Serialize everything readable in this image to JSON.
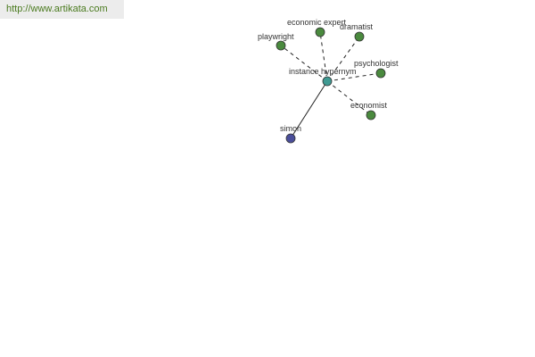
{
  "source_link": "http://www.artikata.com",
  "colors": {
    "related_node": "#4a8a3e",
    "hub_node": "#3f9a92",
    "root_node": "#4a4e9a",
    "edge": "#222222"
  },
  "graph": {
    "hub": "instance hypernym",
    "root": "simon",
    "related": [
      "economic expert",
      "dramatist",
      "playwright",
      "psychologist",
      "economist"
    ]
  }
}
